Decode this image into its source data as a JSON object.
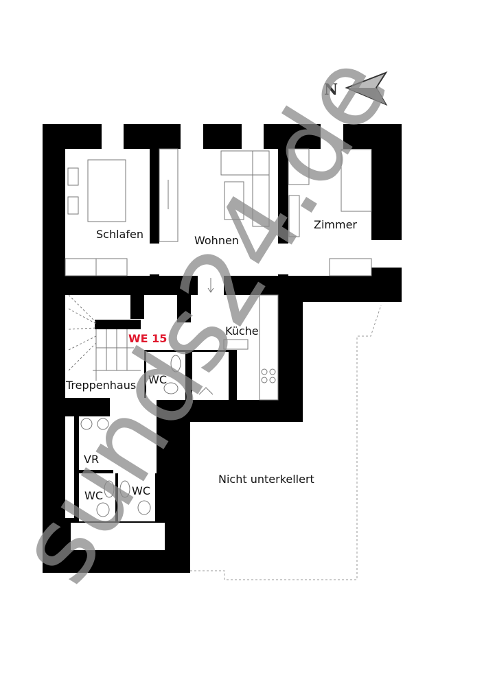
{
  "compass": {
    "label": "N"
  },
  "unit_label": "WE 15",
  "rooms": {
    "schlafen": "Schlafen",
    "wohnen": "Wohnen",
    "zimmer": "Zimmer",
    "kueche": "Küche",
    "treppenhaus": "Treppenhaus",
    "wc1": "WC",
    "vr": "VR",
    "wc2": "WC",
    "wc3": "WC",
    "nicht_unterkellert": "Nicht unterkellert"
  },
  "watermark": "sunds24.de",
  "colors": {
    "wall": "#000000",
    "unit_label": "#e0182d",
    "watermark": "#8a8a8a"
  }
}
